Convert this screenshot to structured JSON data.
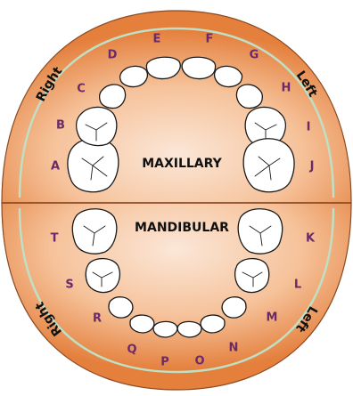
{
  "diagram": {
    "maxillary_label": "MAXILLARY",
    "mandibular_label": "MANDIBULAR",
    "upper_right_label": "Right",
    "upper_left_label": "Left",
    "lower_right_label": "Right",
    "lower_left_label": "Left",
    "upper_teeth": [
      "A",
      "B",
      "C",
      "D",
      "E",
      "F",
      "G",
      "H",
      "I",
      "J"
    ],
    "lower_teeth": [
      "T",
      "S",
      "R",
      "Q",
      "P",
      "O",
      "N",
      "M",
      "L",
      "K"
    ],
    "colors": {
      "plate_edge": "#e47f3c",
      "plate_center": "#fbe7d8",
      "inner_ring": "#bfe0c4",
      "plate_outline": "#8a4a22",
      "letter": "#6a2a6a"
    }
  }
}
